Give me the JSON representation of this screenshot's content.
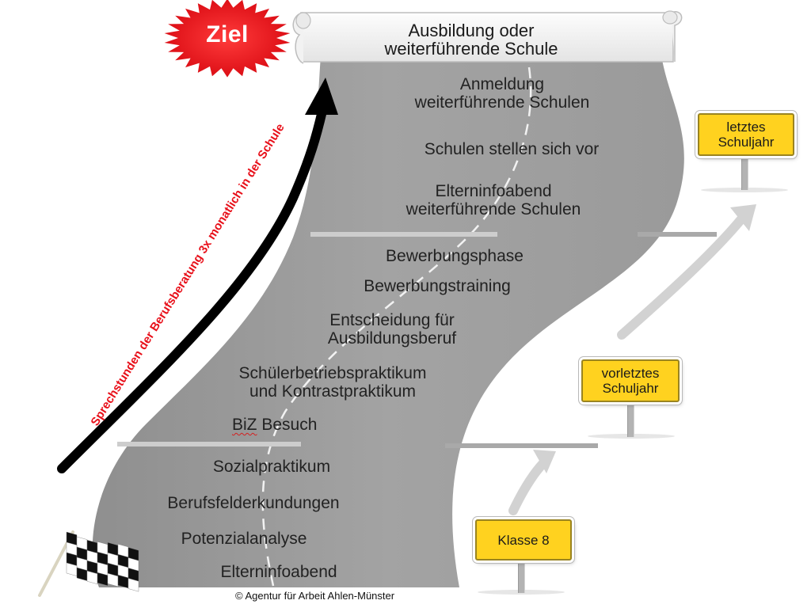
{
  "goal": {
    "label": "Ziel"
  },
  "banner": {
    "line1": "Ausbildung oder",
    "line2": "weiterführende Schule"
  },
  "road_steps": [
    {
      "line1": "Anmeldung",
      "line2": "weiterführende Schulen"
    },
    {
      "line1": "Schulen stellen sich vor",
      "line2": ""
    },
    {
      "line1": "Elterninfoabend",
      "line2": "weiterführende Schulen"
    },
    {
      "line1": "Bewerbungsphase",
      "line2": ""
    },
    {
      "line1": "Bewerbungstraining",
      "line2": ""
    },
    {
      "line1": "Entscheidung für",
      "line2": "Ausbildungsberuf"
    },
    {
      "line1": "Schülerbetriebspraktikum",
      "line2": "und Kontrastpraktikum"
    },
    {
      "line1": "BiZ",
      "line2": "Besuch"
    },
    {
      "line1": "Sozialpraktikum",
      "line2": ""
    },
    {
      "line1": "Berufsfelderkundungen",
      "line2": ""
    },
    {
      "line1": "Potenzialanalyse",
      "line2": ""
    },
    {
      "line1": "Elterninfoabend",
      "line2": ""
    }
  ],
  "signs": [
    {
      "line1": "Klasse 8",
      "line2": ""
    },
    {
      "line1": "vorletztes",
      "line2": "Schuljahr"
    },
    {
      "line1": "letztes",
      "line2": "Schuljahr"
    }
  ],
  "arrow_label": "Sprechstunden der Berufsberatung 3x monatlich in der Schule",
  "copyright": "© Agentur für Arbeit Ahlen-Münster",
  "colors": {
    "road": "#a0a0a0",
    "road_light": "#c8c8c8",
    "sign_yellow": "#ffd21f",
    "ziel_red": "#e8101a",
    "arrow_label_red": "#e8101a"
  },
  "icons": {
    "start": "checkered-flag-icon",
    "goal": "starburst-icon",
    "progress": "curved-arrow-icon"
  }
}
